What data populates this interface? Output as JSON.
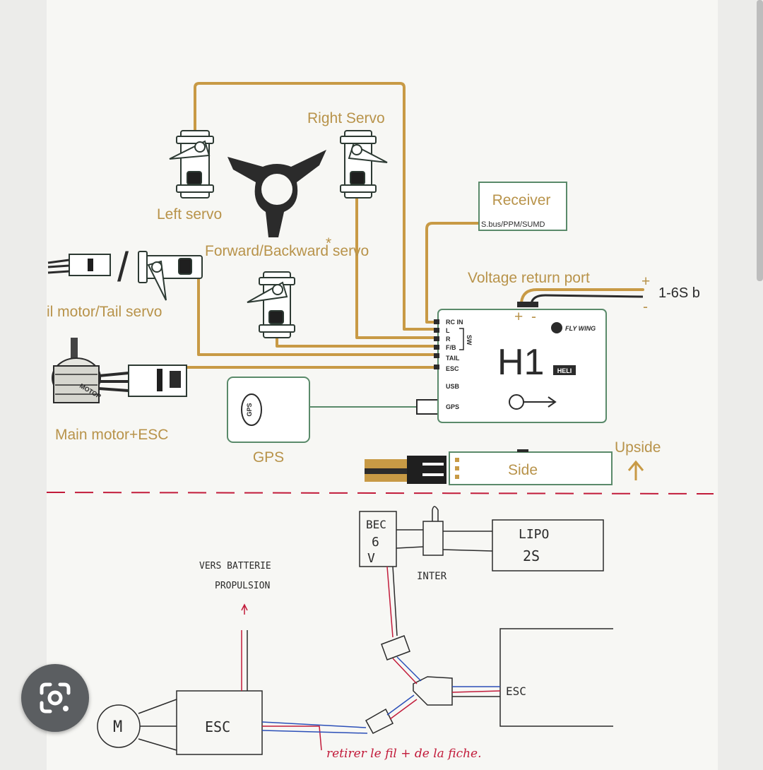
{
  "colors": {
    "wire_gold": "#c89a45",
    "label_gold": "#b8934a",
    "box_green": "#5a8a6a",
    "hand_red": "#c21b3a",
    "hand_blue": "#2b4fb8",
    "ink": "#2b2b2b"
  },
  "top_diagram": {
    "left_servo": "Left servo",
    "right_servo": "Right Servo",
    "forward_backward_servo": "Forward/Backward servo",
    "tail_label": "il motor/Tail servo",
    "main_motor": "Main motor+ESC",
    "motor_text": "MOTOR",
    "gps_label": "GPS",
    "gps_module_text": "GPS",
    "receiver_title": "Receiver",
    "receiver_sub": "S.bus/PPM/SUMD",
    "voltage_return": "Voltage return port",
    "battery": "1-6S b",
    "plus": "+",
    "minus": "-",
    "polarity_plus": "+",
    "polarity_minus": "-",
    "slash": "/",
    "asterisk": "*",
    "controller": {
      "brand": "FLY WING",
      "model": "H1",
      "badge": "HELI",
      "sw": "SW",
      "pins": [
        "RC IN",
        "L",
        "R",
        "F/B",
        "TAIL",
        "ESC",
        "USB",
        "GPS"
      ]
    },
    "side_label": "Side",
    "upside_label": "Upside"
  },
  "bottom_diagram": {
    "bec_lines": [
      "BEC",
      "6",
      "V"
    ],
    "inter": "INTER",
    "lipo_lines": [
      "LIPO",
      "2S"
    ],
    "vers_batterie_lines": [
      "VERS BATTERIE",
      "PROPULSION"
    ],
    "esc_left": "ESC",
    "esc_right": "ESC",
    "motor": "M",
    "note": "retirer le fil + de la fiche."
  },
  "icons": {
    "lens": "google-lens-icon"
  }
}
